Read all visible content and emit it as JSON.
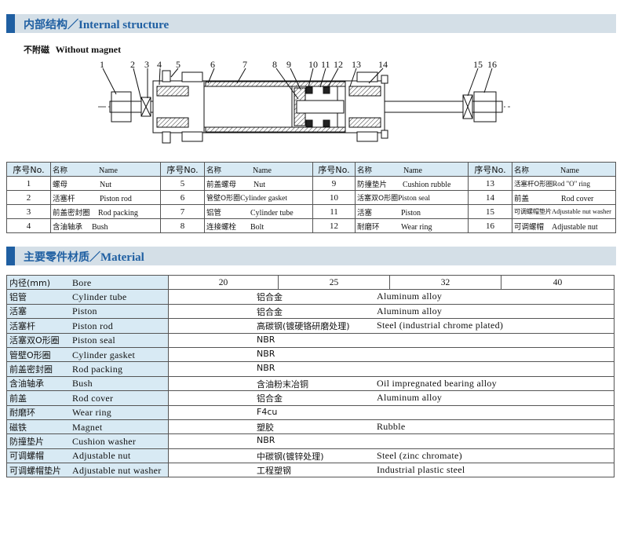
{
  "section1": {
    "title_zh": "内部结构／",
    "title_en": "Internal  structure"
  },
  "subtitle": {
    "zh": "不附磁",
    "en": "Without  magnet"
  },
  "callouts": [
    "1",
    "2",
    "3",
    "4",
    "5",
    "6",
    "7",
    "8",
    "9",
    "10",
    "11",
    "12",
    "13",
    "14",
    "15",
    "16"
  ],
  "parts_header": {
    "no": "序号No.",
    "name_zh": "名称",
    "name_en": "Name"
  },
  "parts": [
    [
      {
        "no": "1",
        "zh": "螺母",
        "en": "Nut"
      },
      {
        "no": "5",
        "zh": "前盖螺母",
        "en": "Nut"
      },
      {
        "no": "9",
        "zh": "防撞垫片",
        "en": "Cushion rubble"
      },
      {
        "no": "13",
        "zh": "活塞杆O形圈",
        "en": "Rod \"O\" ring"
      }
    ],
    [
      {
        "no": "2",
        "zh": "活塞杆",
        "en": "Piston rod"
      },
      {
        "no": "6",
        "zh": "管壁O形圈",
        "en": "Cylinder gasket"
      },
      {
        "no": "10",
        "zh": "活塞双O形圈",
        "en": "Piston seal"
      },
      {
        "no": "14",
        "zh": "前盖",
        "en": "Rod cover"
      }
    ],
    [
      {
        "no": "3",
        "zh": "前盖密封圈",
        "en": "Rod packing"
      },
      {
        "no": "7",
        "zh": "铝管",
        "en": "Cylinder tube"
      },
      {
        "no": "11",
        "zh": "活塞",
        "en": "Piston"
      },
      {
        "no": "15",
        "zh": "可调螺帽垫片",
        "en": "Adjustable nut washer"
      }
    ],
    [
      {
        "no": "4",
        "zh": "含油轴承",
        "en": "Bush"
      },
      {
        "no": "8",
        "zh": "连接螺栓",
        "en": "Bolt"
      },
      {
        "no": "12",
        "zh": "耐磨环",
        "en": "Wear ring"
      },
      {
        "no": "16",
        "zh": "可调螺帽",
        "en": "Adjustable nut"
      }
    ]
  ],
  "section2": {
    "title_zh": "主要零件材质／",
    "title_en": "Material"
  },
  "material": {
    "bore_label_zh": "内径(mm)",
    "bore_label_en": "Bore",
    "bores": [
      "20",
      "25",
      "32",
      "40"
    ],
    "rows": [
      {
        "zh": "铝管",
        "en": "Cylinder tube",
        "mzh": "铝合金",
        "men": "Aluminum  alloy"
      },
      {
        "zh": "活塞",
        "en": "Piston",
        "mzh": "铝合金",
        "men": "Aluminum  alloy"
      },
      {
        "zh": "活塞杆",
        "en": "Piston  rod",
        "mzh": "高碳钢(镀硬铬研磨处理)",
        "men": "Steel (industrial chrome plated)"
      },
      {
        "zh": "活塞双O形圈",
        "en": "Piston  seal",
        "mzh": "NBR",
        "men": ""
      },
      {
        "zh": "管壁O形圈",
        "en": "Cylinder gasket",
        "mzh": "NBR",
        "men": ""
      },
      {
        "zh": "前盖密封圈",
        "en": "Rod  packing",
        "mzh": "NBR",
        "men": ""
      },
      {
        "zh": "含油轴承",
        "en": "Bush",
        "mzh": "含油粉末冶铜",
        "men": "Oil  impregnated  bearing  alloy"
      },
      {
        "zh": "前盖",
        "en": "Rod  cover",
        "mzh": "铝合金",
        "men": "Aluminum  alloy"
      },
      {
        "zh": "耐磨环",
        "en": "Wear  ring",
        "mzh": "F4cu",
        "men": ""
      },
      {
        "zh": "磁铁",
        "en": "Magnet",
        "mzh": "塑胶",
        "men": "Rubble"
      },
      {
        "zh": "防撞垫片",
        "en": "Cushion  washer",
        "mzh": "NBR",
        "men": ""
      },
      {
        "zh": "可调螺帽",
        "en": "Adjustable  nut",
        "mzh": "中碳钢(镀锌处理)",
        "men": "Steel  (zinc  chromate)"
      },
      {
        "zh": "可调螺帽垫片",
        "en": "Adjustable nut washer",
        "mzh": "工程塑钢",
        "men": "Industrial  plastic  steel"
      }
    ]
  },
  "colors": {
    "accent": "#1f5fa2",
    "banner": "#d4dfe7",
    "header_cell": "#d8eaf4"
  }
}
